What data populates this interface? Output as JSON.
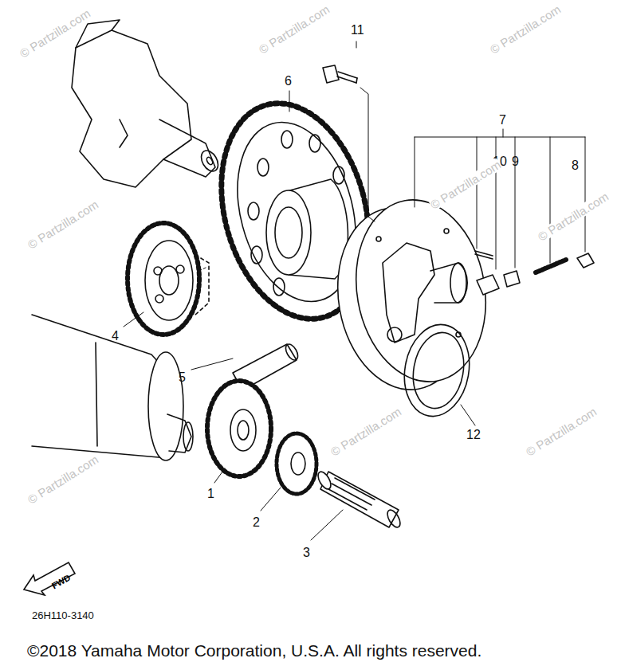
{
  "diagram": {
    "caption": "©2018 Yamaha Motor Corporation, U.S.A. All rights reserved.",
    "nodes": [
      {
        "text": [
          "FWD"
        ]
      }
    ],
    "labels": [
      "11",
      "6",
      "7",
      "10",
      "9",
      "8",
      "4",
      "5",
      "12",
      "1",
      "2",
      "3",
      "© Partzilla.com",
      "© Partzilla.com",
      "© Partzilla.com",
      "© Partzilla.com",
      "© Partzilla.com",
      "© Partzilla.com",
      "© Partzilla.com",
      "© Partzilla.com",
      "© Partzilla.com",
      "26H110-3140"
    ]
  }
}
